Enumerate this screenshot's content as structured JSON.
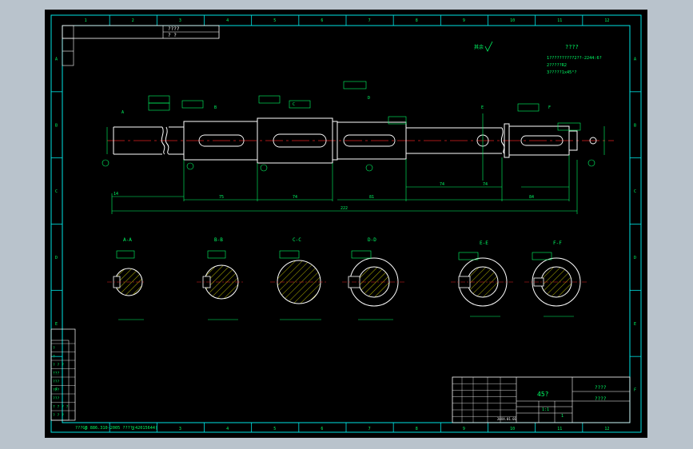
{
  "colors": {
    "outline": "#ffffff",
    "frame": "#00e5e5",
    "text": "#00ff66",
    "centerline": "#e02020",
    "hatch": "#e5e500",
    "background": "#000000",
    "chrome": "#b9c3cc"
  },
  "border": {
    "top_zones": [
      "1",
      "2",
      "3",
      "4",
      "5",
      "6",
      "7",
      "8",
      "9",
      "10",
      "11",
      "12"
    ],
    "bottom_zones": [
      "1",
      "2",
      "3",
      "4",
      "5",
      "6",
      "7",
      "8",
      "9",
      "10",
      "11",
      "12"
    ],
    "left_zones": [
      "A",
      "B",
      "C",
      "D",
      "E",
      "F"
    ],
    "right_zones": [
      "A",
      "B",
      "C",
      "D",
      "E",
      "F"
    ]
  },
  "top_left_box": {
    "row1": "????",
    "row2": "?   ?"
  },
  "surface_mark": "其余",
  "notes": {
    "title": "????",
    "line1": "1??????????2??-2244:6?",
    "line2": "2?????R2",
    "line3": "3?????1x45°?"
  },
  "shaft": {
    "overall_length": "222",
    "bottom_dims": [
      "14",
      "75",
      "74",
      "81",
      "74",
      "74",
      "84"
    ],
    "section_marks": [
      "A",
      "B",
      "C",
      "D",
      "E",
      "F"
    ]
  },
  "sections": [
    {
      "title": "A-A"
    },
    {
      "title": "B-B"
    },
    {
      "title": "C-C"
    },
    {
      "title": "D-D"
    },
    {
      "title": "E-E"
    },
    {
      "title": "F-F"
    }
  ],
  "title_block": {
    "material": "45?",
    "name_line1": "????",
    "name_line2": "????",
    "scale": "1:1",
    "sheet": "1",
    "date": "20XX.01.01"
  },
  "revision_block": {
    "rows": [
      "?",
      "?",
      "?   ?  ?",
      "???",
      "???",
      "???",
      "???",
      "? ? ? ?",
      "? ?  ?"
    ]
  },
  "footer_text": "???GB 886.310-2005  ????(42015644)"
}
